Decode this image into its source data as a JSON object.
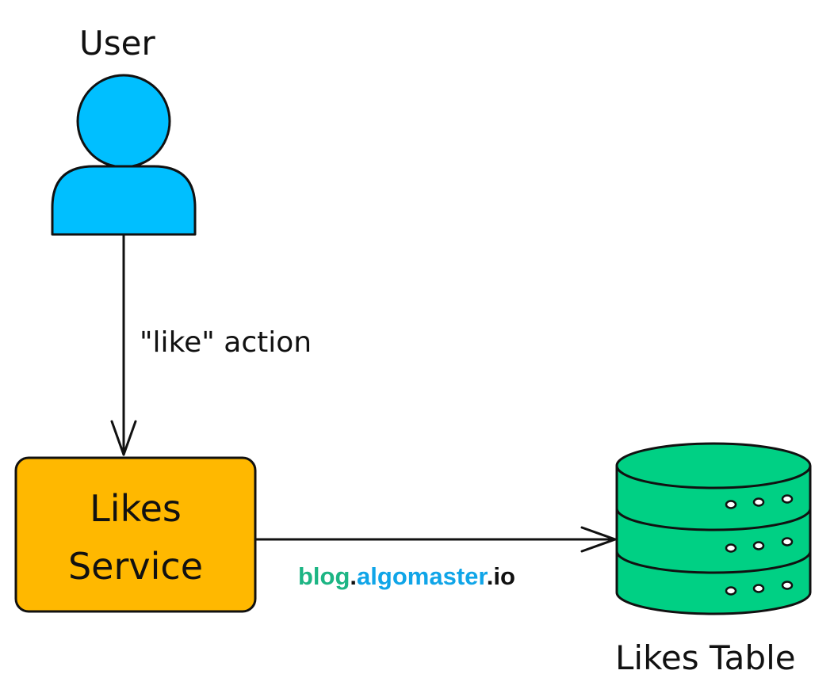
{
  "nodes": {
    "user": {
      "label": "User",
      "color": "#00BFFF"
    },
    "service": {
      "line1": "Likes",
      "line2": "Service",
      "color": "#FFB800"
    },
    "table": {
      "label": "Likes Table",
      "color": "#00D084"
    }
  },
  "edges": {
    "user_to_service": {
      "label": "\"like\" action"
    },
    "service_to_table": {
      "label": ""
    }
  },
  "watermark": {
    "part1": "blog",
    "part2": ".",
    "part3": "algomaster",
    "part4": ".io",
    "colors": {
      "blog": "#1DB584",
      "algomaster": "#10A5E8",
      "dark": "#111111"
    }
  }
}
